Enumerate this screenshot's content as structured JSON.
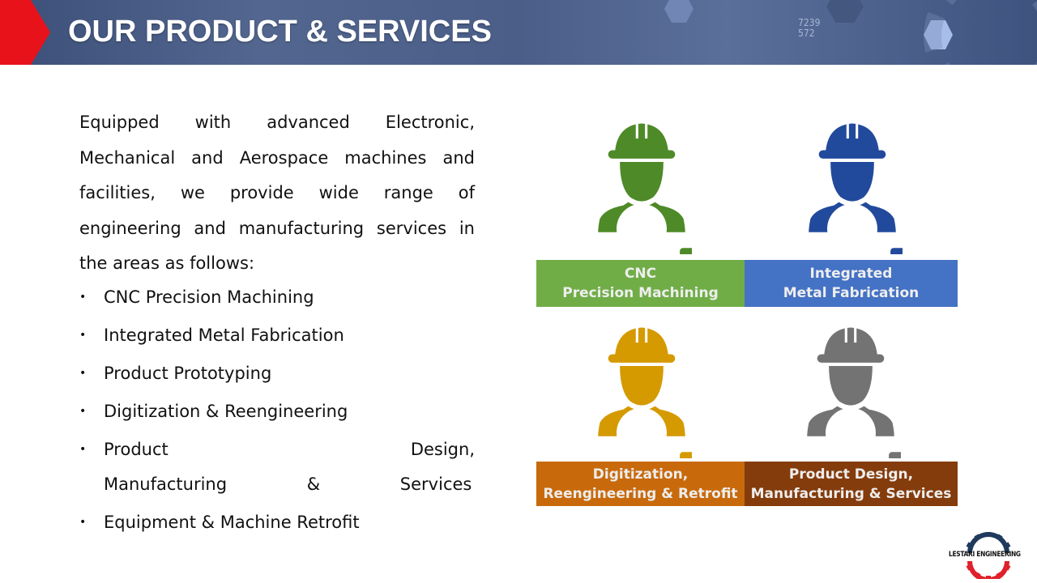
{
  "header": {
    "title": "OUR PRODUCT & SERVICES",
    "accent_color": "#e8121b",
    "banner_color": "#4a5e88",
    "decor_numbers": [
      "7239",
      "572"
    ]
  },
  "intro": {
    "text": "Equipped with advanced Electronic, Mechanical and Aerospace machines and facilities, we provide wide range of engineering and manufacturing services in the areas as follows:"
  },
  "services": [
    {
      "bullet": "•",
      "label": "CNC Precision Machining"
    },
    {
      "bullet": "•",
      "label": "Integrated Metal Fabrication"
    },
    {
      "bullet": "•",
      "label": "Product Prototyping"
    },
    {
      "bullet": "•",
      "label": "Digitization & Reengineering"
    },
    {
      "bullet": "•",
      "label": "Product Design, Manufacturing & Services"
    },
    {
      "bullet": "•",
      "label": "Equipment & Machine Retrofit"
    }
  ],
  "tiles": [
    {
      "icon": "engineer-gear-icon",
      "icon_color": "#4e8a27",
      "label_bg": "#70ad47",
      "line1": "CNC",
      "line2": "Precision Machining"
    },
    {
      "icon": "engineer-gear-icon",
      "icon_color": "#224a9c",
      "label_bg": "#4472c4",
      "line1": "Integrated",
      "line2": "Metal Fabrication"
    },
    {
      "icon": "engineer-gear-icon",
      "icon_color": "#d59a00",
      "label_bg": "#c86a0c",
      "line1": "Digitization,",
      "line2": "Reengineering & Retrofit"
    },
    {
      "icon": "engineer-gear-icon",
      "icon_color": "#737373",
      "label_bg": "#843c0c",
      "line1": "Product Design,",
      "line2": "Manufacturing & Services"
    }
  ],
  "logo": {
    "text": "LESTARI ENGINEERING",
    "gear_top_color": "#1f3a5c",
    "gear_bottom_color": "#e0202a"
  }
}
